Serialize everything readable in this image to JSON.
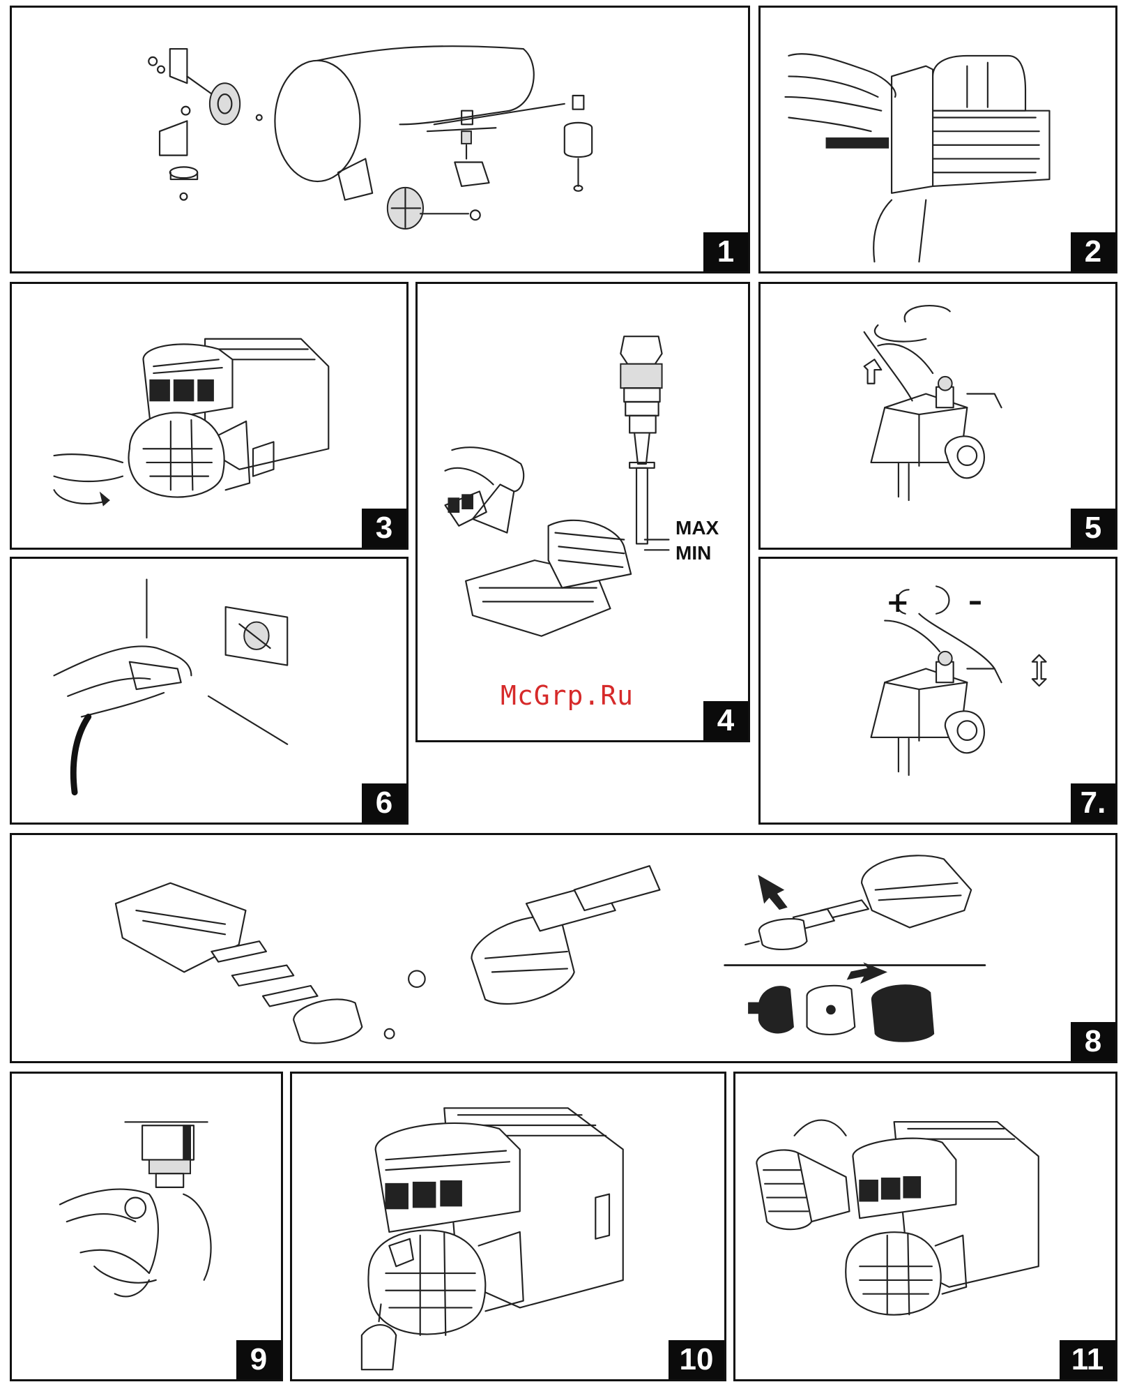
{
  "panels": [
    {
      "number": "1"
    },
    {
      "number": "2"
    },
    {
      "number": "3"
    },
    {
      "number": "4"
    },
    {
      "number": "5"
    },
    {
      "number": "6"
    },
    {
      "number": "7."
    },
    {
      "number": "8"
    },
    {
      "number": "9"
    },
    {
      "number": "10"
    },
    {
      "number": "11"
    }
  ],
  "labels": {
    "max": "MAX",
    "min": "MIN",
    "plus": "+",
    "minus": "–"
  },
  "watermark": "McGrp.Ru",
  "icons": [
    "rotate-arrow-icon",
    "up-down-arrow-icon",
    "pointer-arrow-icon"
  ]
}
